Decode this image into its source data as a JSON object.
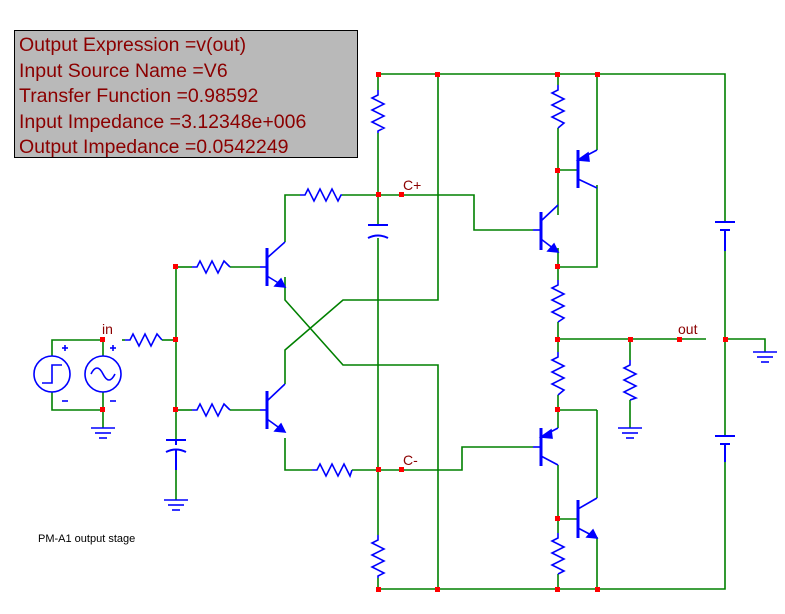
{
  "results": [
    "Output Expression =v(out)",
    "Input Source Name =V6",
    "Transfer Function =0.98592",
    "Input Impedance =3.12348e+006",
    "Output Impedance =0.0542249"
  ],
  "labels": {
    "in": "in",
    "out": "out",
    "c_plus": "C+",
    "c_minus": "C-"
  },
  "caption": "PM-A1 output stage",
  "colors": {
    "wire": "#008000",
    "component": "#0000ff",
    "node": "#ff0000",
    "text": "#8b0000"
  }
}
